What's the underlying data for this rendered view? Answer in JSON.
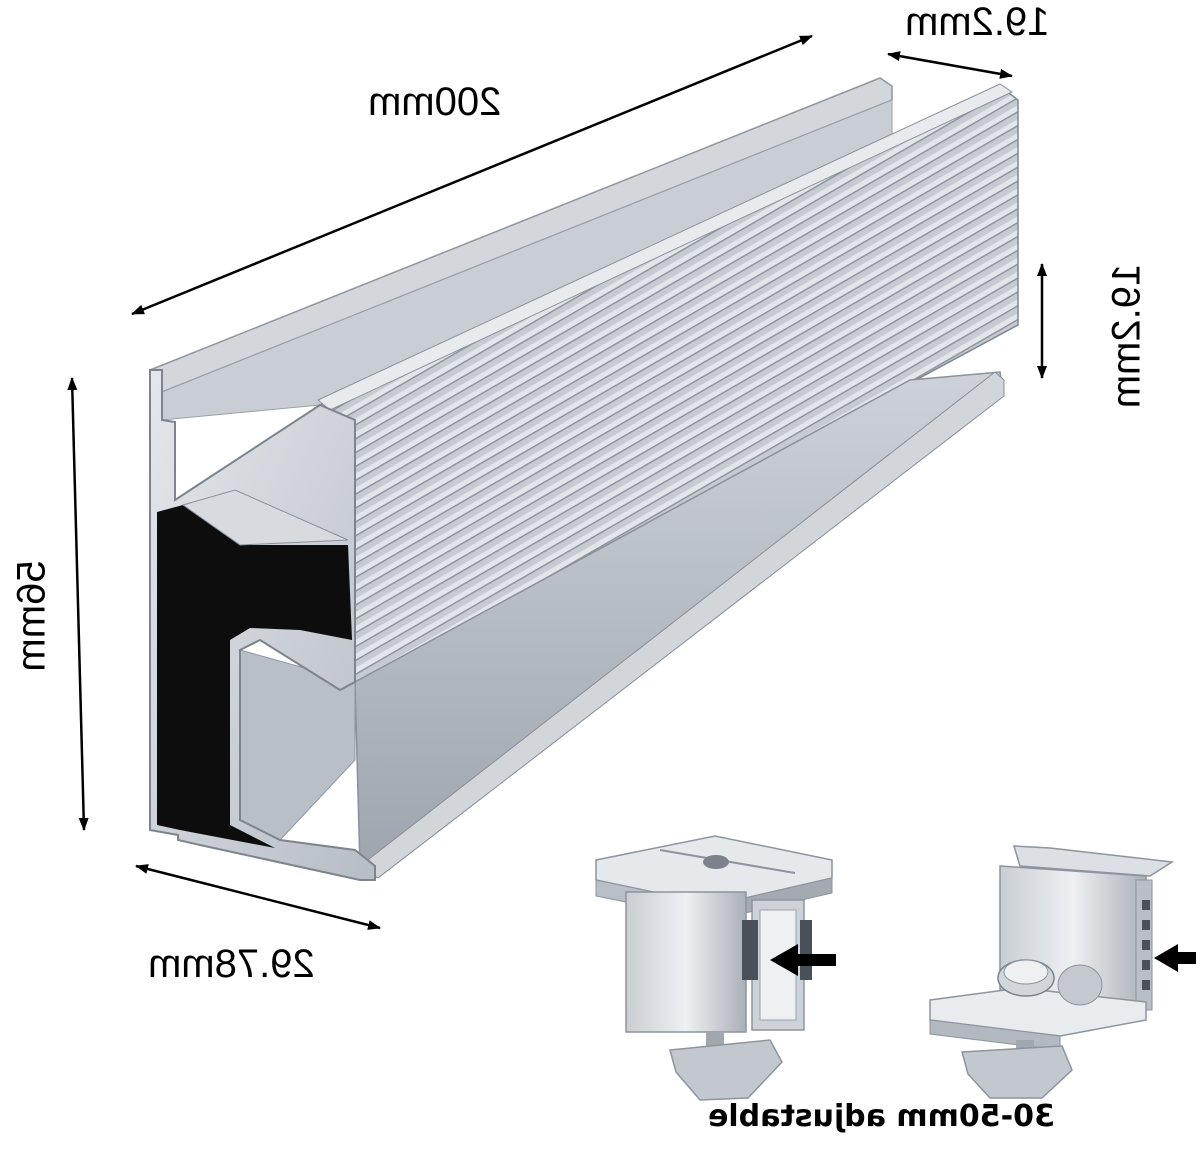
{
  "dimensions": {
    "length": "200mm",
    "top_width": "19.2mm",
    "side_height": "19.2mm",
    "height": "56mm",
    "base_width": "29.78mm"
  },
  "clamp_caption": "30-50mm adjustable",
  "colors": {
    "aluminium_light": "#d9dde2",
    "aluminium_mid": "#b8bec6",
    "aluminium_dark": "#8d949d",
    "cavity": "#0d0d0d",
    "line": "#000000"
  }
}
